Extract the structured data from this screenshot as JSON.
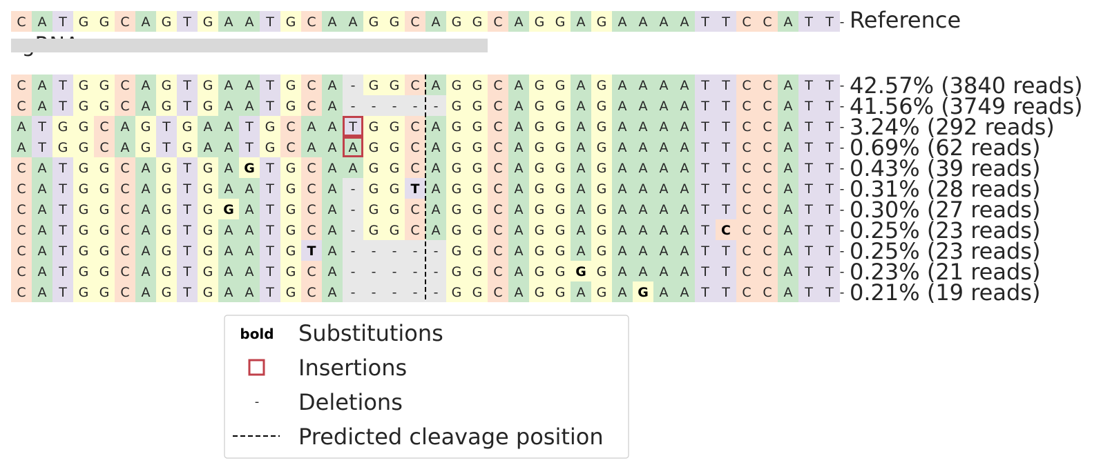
{
  "chart_data": {
    "type": "table",
    "reference": {
      "label": "Reference",
      "sequence": [
        "C",
        "A",
        "T",
        "G",
        "G",
        "C",
        "A",
        "G",
        "T",
        "G",
        "A",
        "A",
        "T",
        "G",
        "C",
        "A",
        "A",
        "G",
        "G",
        "C",
        "A",
        "G",
        "G",
        "C",
        "A",
        "G",
        "G",
        "A",
        "G",
        "A",
        "A",
        "A",
        "A",
        "T",
        "T",
        "C",
        "C",
        "A",
        "T",
        "T"
      ]
    },
    "sgrna": {
      "label": "sgRNA",
      "start": 0,
      "end": 23
    },
    "cleavage_after_index": 19,
    "rows": [
      {
        "label": "42.57% (3840 reads)",
        "percent": 42.57,
        "reads": 3840,
        "seq": [
          "C",
          "A",
          "T",
          "G",
          "G",
          "C",
          "A",
          "G",
          "T",
          "G",
          "A",
          "A",
          "T",
          "G",
          "C",
          "A",
          "-",
          "G",
          "G",
          "C",
          "A",
          "G",
          "G",
          "C",
          "A",
          "G",
          "G",
          "A",
          "G",
          "A",
          "A",
          "A",
          "A",
          "T",
          "T",
          "C",
          "C",
          "A",
          "T",
          "T"
        ],
        "substitutions": [],
        "insertions": []
      },
      {
        "label": "41.56% (3749 reads)",
        "percent": 41.56,
        "reads": 3749,
        "seq": [
          "C",
          "A",
          "T",
          "G",
          "G",
          "C",
          "A",
          "G",
          "T",
          "G",
          "A",
          "A",
          "T",
          "G",
          "C",
          "A",
          "-",
          "-",
          "-",
          "-",
          "-",
          "G",
          "G",
          "C",
          "A",
          "G",
          "G",
          "A",
          "G",
          "A",
          "A",
          "A",
          "A",
          "T",
          "T",
          "C",
          "C",
          "A",
          "T",
          "T"
        ],
        "substitutions": [],
        "insertions": []
      },
      {
        "label": "3.24% (292 reads)",
        "percent": 3.24,
        "reads": 292,
        "seq": [
          "A",
          "T",
          "G",
          "G",
          "C",
          "A",
          "G",
          "T",
          "G",
          "A",
          "A",
          "T",
          "G",
          "C",
          "A",
          "A",
          "T",
          "G",
          "G",
          "C",
          "A",
          "G",
          "G",
          "C",
          "A",
          "G",
          "G",
          "A",
          "G",
          "A",
          "A",
          "A",
          "A",
          "T",
          "T",
          "C",
          "C",
          "A",
          "T",
          "T"
        ],
        "substitutions": [],
        "insertions": [
          16
        ]
      },
      {
        "label": "0.69% (62 reads)",
        "percent": 0.69,
        "reads": 62,
        "seq": [
          "A",
          "T",
          "G",
          "G",
          "C",
          "A",
          "G",
          "T",
          "G",
          "A",
          "A",
          "T",
          "G",
          "C",
          "A",
          "A",
          "A",
          "G",
          "G",
          "C",
          "A",
          "G",
          "G",
          "C",
          "A",
          "G",
          "G",
          "A",
          "G",
          "A",
          "A",
          "A",
          "A",
          "T",
          "T",
          "C",
          "C",
          "A",
          "T",
          "T"
        ],
        "substitutions": [],
        "insertions": [
          16
        ]
      },
      {
        "label": "0.43% (39 reads)",
        "percent": 0.43,
        "reads": 39,
        "seq": [
          "C",
          "A",
          "T",
          "G",
          "G",
          "C",
          "A",
          "G",
          "T",
          "G",
          "A",
          "G",
          "T",
          "G",
          "C",
          "A",
          "A",
          "G",
          "G",
          "C",
          "A",
          "G",
          "G",
          "C",
          "A",
          "G",
          "G",
          "A",
          "G",
          "A",
          "A",
          "A",
          "A",
          "T",
          "T",
          "C",
          "C",
          "A",
          "T",
          "T"
        ],
        "substitutions": [
          11
        ],
        "insertions": []
      },
      {
        "label": "0.31% (28 reads)",
        "percent": 0.31,
        "reads": 28,
        "seq": [
          "C",
          "A",
          "T",
          "G",
          "G",
          "C",
          "A",
          "G",
          "T",
          "G",
          "A",
          "A",
          "T",
          "G",
          "C",
          "A",
          "-",
          "G",
          "G",
          "T",
          "A",
          "G",
          "G",
          "C",
          "A",
          "G",
          "G",
          "A",
          "G",
          "A",
          "A",
          "A",
          "A",
          "T",
          "T",
          "C",
          "C",
          "A",
          "T",
          "T"
        ],
        "substitutions": [
          19
        ],
        "insertions": []
      },
      {
        "label": "0.30% (27 reads)",
        "percent": 0.3,
        "reads": 27,
        "seq": [
          "C",
          "A",
          "T",
          "G",
          "G",
          "C",
          "A",
          "G",
          "T",
          "G",
          "G",
          "A",
          "T",
          "G",
          "C",
          "A",
          "-",
          "G",
          "G",
          "C",
          "A",
          "G",
          "G",
          "C",
          "A",
          "G",
          "G",
          "A",
          "G",
          "A",
          "A",
          "A",
          "A",
          "T",
          "T",
          "C",
          "C",
          "A",
          "T",
          "T"
        ],
        "substitutions": [
          10
        ],
        "insertions": []
      },
      {
        "label": "0.25% (23 reads)",
        "percent": 0.25,
        "reads": 23,
        "seq": [
          "C",
          "A",
          "T",
          "G",
          "G",
          "C",
          "A",
          "G",
          "T",
          "G",
          "A",
          "A",
          "T",
          "G",
          "C",
          "A",
          "-",
          "G",
          "G",
          "C",
          "A",
          "G",
          "G",
          "C",
          "A",
          "G",
          "G",
          "A",
          "G",
          "A",
          "A",
          "A",
          "A",
          "T",
          "C",
          "C",
          "C",
          "A",
          "T",
          "T"
        ],
        "substitutions": [
          34
        ],
        "insertions": []
      },
      {
        "label": "0.25% (23 reads)",
        "percent": 0.25,
        "reads": 23,
        "seq": [
          "C",
          "A",
          "T",
          "G",
          "G",
          "C",
          "A",
          "G",
          "T",
          "G",
          "A",
          "A",
          "T",
          "G",
          "T",
          "A",
          "-",
          "-",
          "-",
          "-",
          "-",
          "G",
          "G",
          "C",
          "A",
          "G",
          "G",
          "A",
          "G",
          "A",
          "A",
          "A",
          "A",
          "T",
          "T",
          "C",
          "C",
          "A",
          "T",
          "T"
        ],
        "substitutions": [
          14
        ],
        "insertions": []
      },
      {
        "label": "0.23% (21 reads)",
        "percent": 0.23,
        "reads": 21,
        "seq": [
          "C",
          "A",
          "T",
          "G",
          "G",
          "C",
          "A",
          "G",
          "T",
          "G",
          "A",
          "A",
          "T",
          "G",
          "C",
          "A",
          "-",
          "-",
          "-",
          "-",
          "-",
          "G",
          "G",
          "C",
          "A",
          "G",
          "G",
          "G",
          "G",
          "A",
          "A",
          "A",
          "A",
          "T",
          "T",
          "C",
          "C",
          "A",
          "T",
          "T"
        ],
        "substitutions": [
          27
        ],
        "insertions": []
      },
      {
        "label": "0.21% (19 reads)",
        "percent": 0.21,
        "reads": 19,
        "seq": [
          "C",
          "A",
          "T",
          "G",
          "G",
          "C",
          "A",
          "G",
          "T",
          "G",
          "A",
          "A",
          "T",
          "G",
          "C",
          "A",
          "-",
          "-",
          "-",
          "-",
          "-",
          "G",
          "G",
          "C",
          "A",
          "G",
          "G",
          "A",
          "G",
          "A",
          "G",
          "A",
          "A",
          "T",
          "T",
          "C",
          "C",
          "A",
          "T",
          "T"
        ],
        "substitutions": [
          30
        ],
        "insertions": []
      }
    ],
    "legend": {
      "substitution_symbol": "bold",
      "items": [
        "Substitutions",
        "Insertions",
        "Deletions",
        "Predicted cleavage position"
      ]
    },
    "colors": {
      "A": "#c8e6c9",
      "C": "#fde0cf",
      "G": "#fefed2",
      "T": "#e3dded",
      "-": "#e8e8e8",
      "sgrna_bar": "#d9d9d9",
      "insertion_box": "#c0404a",
      "text": "#262626"
    }
  }
}
